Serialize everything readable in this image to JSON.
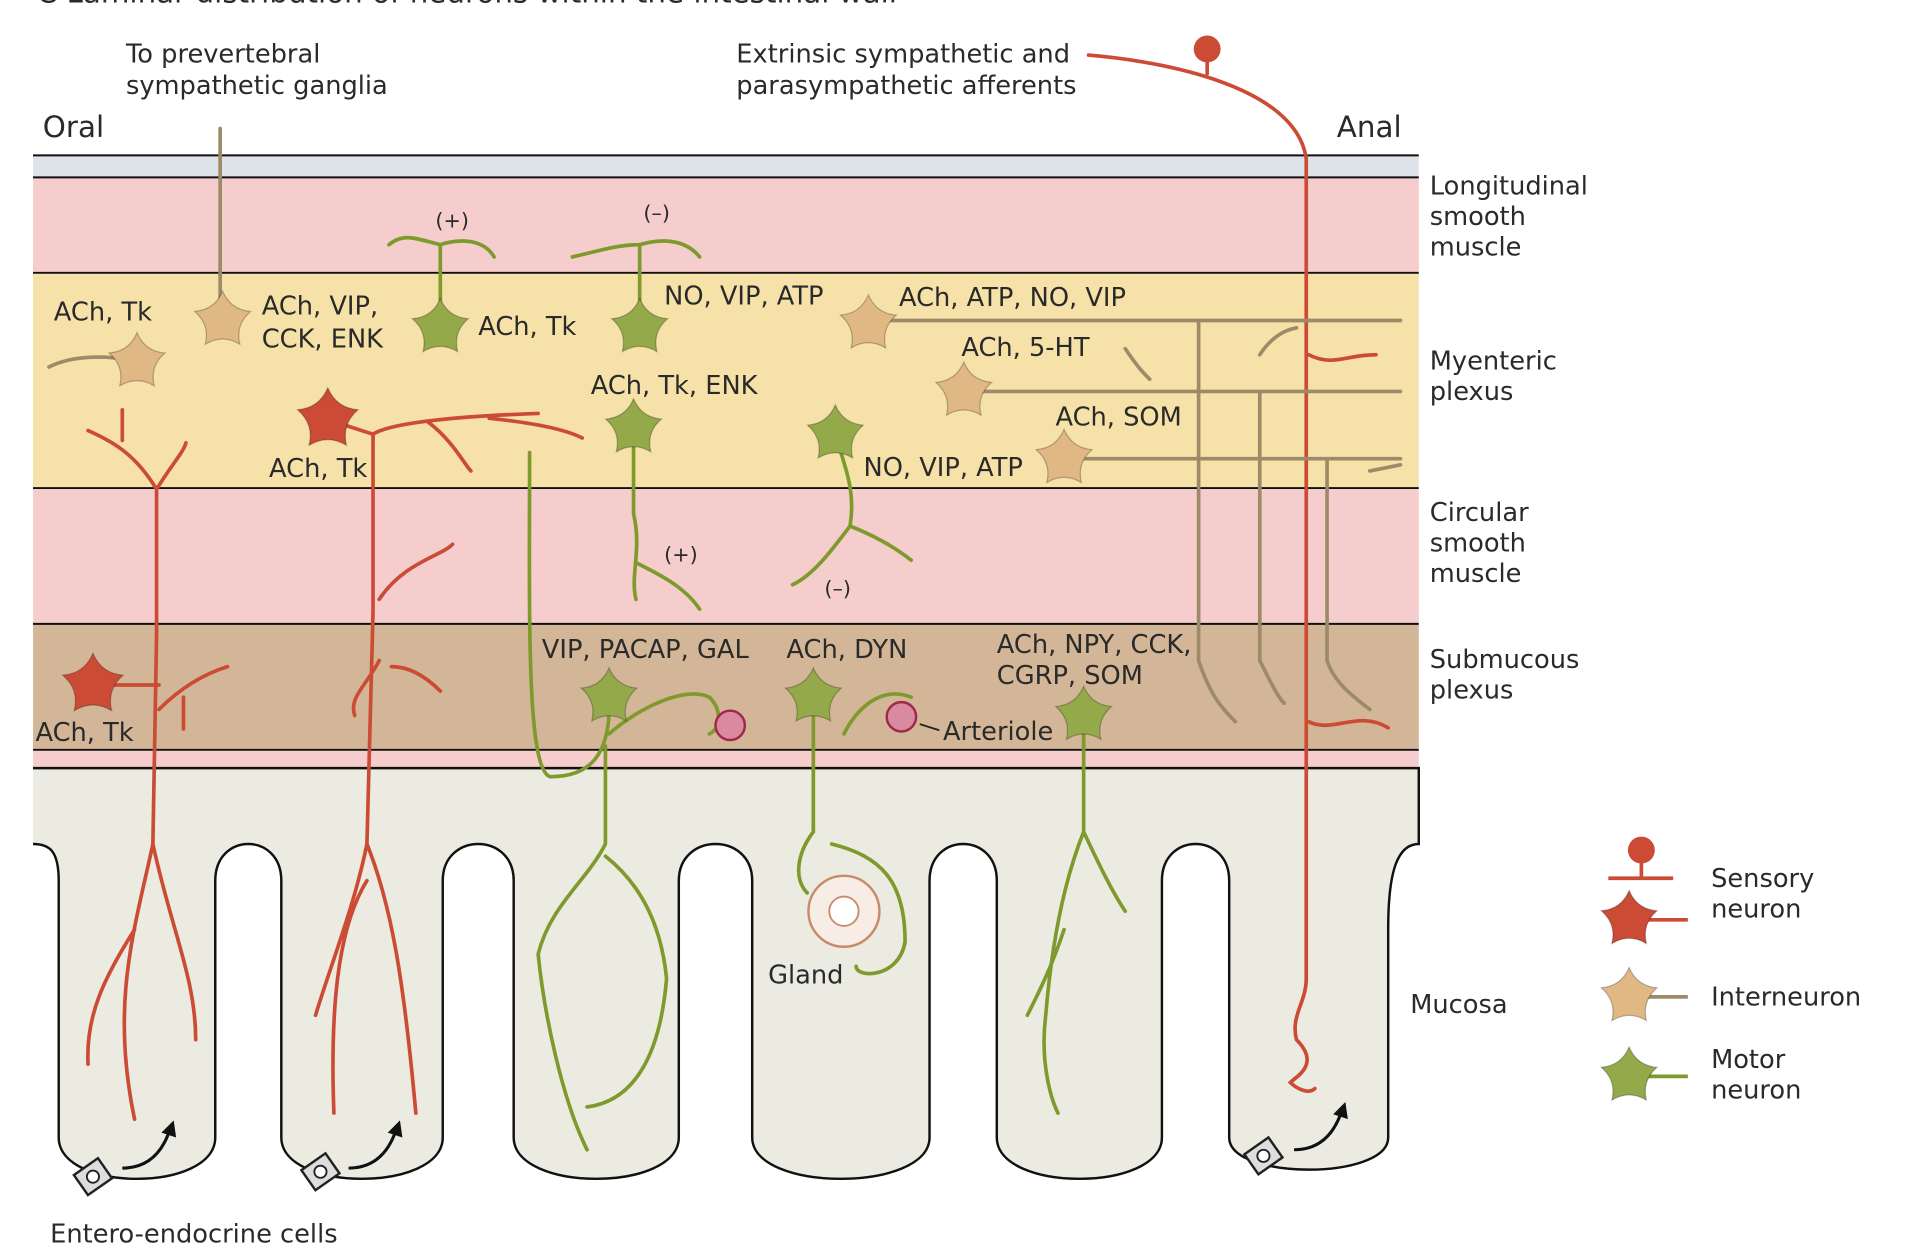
{
  "title": "C  Laminar distribution of neurons within the intestinal wall",
  "orientation": {
    "left": "Oral",
    "right": "Anal"
  },
  "top_labels": {
    "prevertebral": [
      "To prevertebral",
      "sympathetic ganglia"
    ],
    "extrinsic": [
      "Extrinsic sympathetic and",
      "parasympathetic afferents"
    ]
  },
  "layers": [
    {
      "name": [
        "Longitudinal",
        "smooth",
        "muscle"
      ],
      "color": "#f4cdcc"
    },
    {
      "name": [
        "Myenteric",
        "plexus"
      ],
      "color": "#f6e1a9"
    },
    {
      "name": [
        "Circular",
        "smooth",
        "muscle"
      ],
      "color": "#f4cdcc"
    },
    {
      "name": [
        "Submucous",
        "plexus"
      ],
      "color": "#d3b697"
    },
    {
      "name": [
        "Mucosa"
      ],
      "color": "#ebebe1"
    }
  ],
  "neuron_labels": {
    "l1": "ACh, Tk",
    "l2": [
      "ACh, VIP,",
      "CCK, ENK"
    ],
    "l3": "ACh, Tk",
    "l4": "NO, VIP, ATP",
    "l5": "ACh, ATP, NO, VIP",
    "l6": "ACh,  5-HT",
    "l7": "ACh, Tk, ENK",
    "l8": "ACh, Tk",
    "l9": "NO, VIP, ATP",
    "l10": "ACh, SOM",
    "l11": "ACh, Tk",
    "l12": "VIP, PACAP, GAL",
    "l13": "ACh, DYN",
    "l14": [
      "ACh, NPY, CCK,",
      "CGRP, SOM"
    ],
    "plus1": "(+)",
    "minus1": "(–)",
    "plus2": "(+)",
    "minus2": "(–)"
  },
  "structures": {
    "arteriole": "Arteriole",
    "gland": "Gland",
    "entero": "Entero-endocrine cells"
  },
  "legend": [
    {
      "label": [
        "Sensory",
        "neuron"
      ],
      "color": "#cc4b35"
    },
    {
      "label": [
        "Interneuron"
      ],
      "color": "#e0b884"
    },
    {
      "label": [
        "Motor",
        "neuron"
      ],
      "color": "#93a94a"
    }
  ],
  "colors": {
    "sensory": "#cc4b35",
    "interneuron": "#e0b884",
    "interneuron_fiber": "#9c8a68",
    "motor": "#93a94a",
    "motor_fiber": "#7f9a2c",
    "arteriole": "#d98aa0"
  }
}
